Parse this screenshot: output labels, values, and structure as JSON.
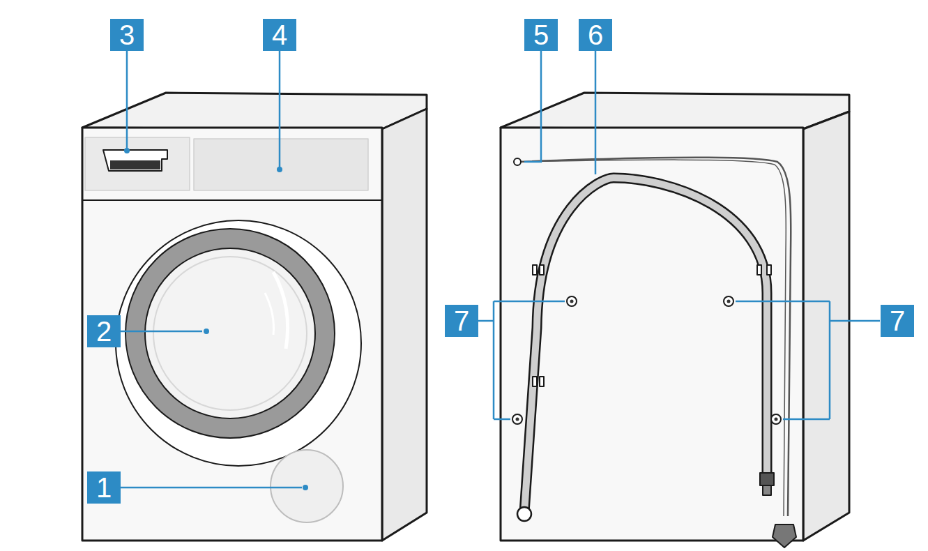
{
  "diagram": {
    "labels": [
      "3",
      "4",
      "5",
      "6",
      "2",
      "7",
      "7",
      "1"
    ]
  }
}
